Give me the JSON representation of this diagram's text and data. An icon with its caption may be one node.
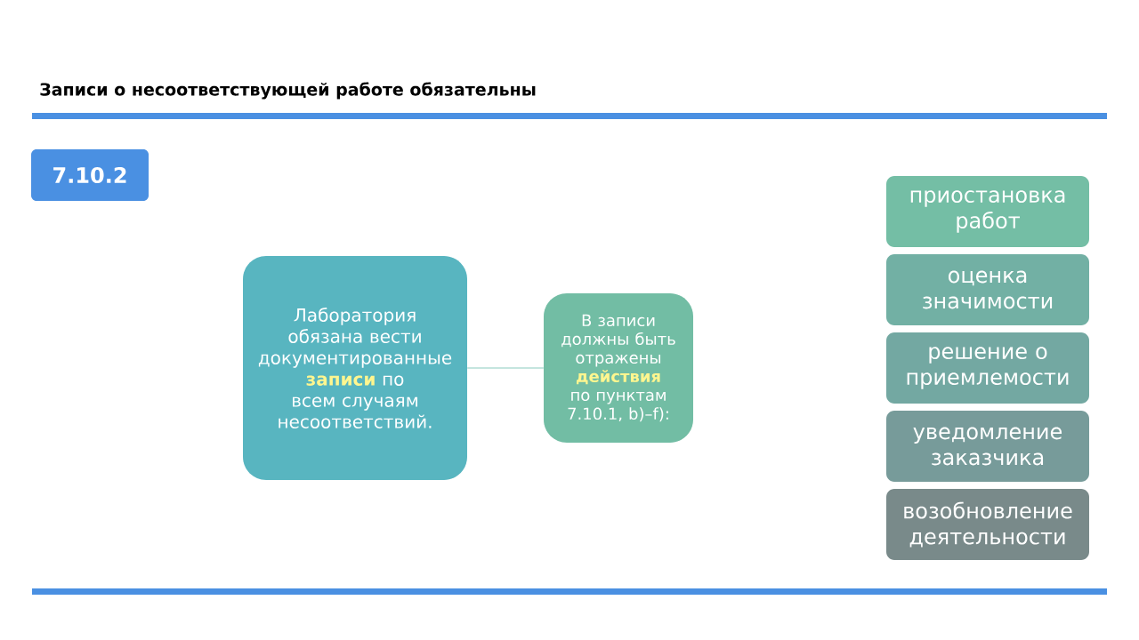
{
  "diagram": {
    "title": "Записи о несоответствующей работе обязательны",
    "nodes": [
      {
        "text": [
          "7.10.2"
        ]
      },
      {
        "text": [
          "Лаборатория обязана вести документированные **записи** по всем случаям несоответствий."
        ]
      },
      {
        "text": [
          "В записи должны быть отражены **действия** по пунктам 7.10.1, b)–f):"
        ]
      },
      {
        "text": [
          "приостановка работ"
        ]
      },
      {
        "text": [
          "оценка значимости"
        ]
      },
      {
        "text": [
          "решение о приемлемости"
        ]
      },
      {
        "text": [
          "уведомление заказчика"
        ]
      },
      {
        "text": [
          "возобновление деятельности"
        ]
      }
    ],
    "edges": [
      {
        "from": 1,
        "to": 2,
        "arrow": "none"
      }
    ]
  }
}
